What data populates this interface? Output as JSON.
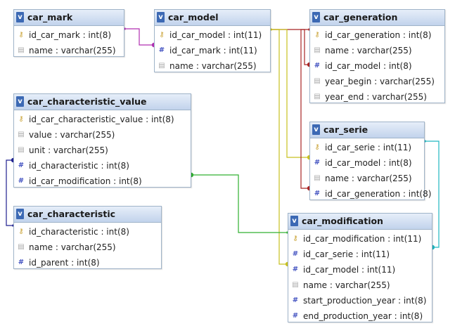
{
  "tables": [
    {
      "id": "car_mark",
      "name": "car_mark",
      "fields": [
        {
          "text": "id_car_mark : int(8)",
          "icon": "key-icon"
        },
        {
          "text": "name : varchar(255)",
          "icon": "column-icon"
        }
      ]
    },
    {
      "id": "car_model",
      "name": "car_model",
      "fields": [
        {
          "text": "id_car_model : int(11)",
          "icon": "key-icon"
        },
        {
          "text": "id_car_mark : int(11)",
          "icon": "foreign-key-icon"
        },
        {
          "text": "name : varchar(255)",
          "icon": "column-icon"
        }
      ]
    },
    {
      "id": "car_generation",
      "name": "car_generation",
      "fields": [
        {
          "text": "id_car_generation : int(8)",
          "icon": "key-icon"
        },
        {
          "text": "name : varchar(255)",
          "icon": "column-icon"
        },
        {
          "text": "id_car_model : int(8)",
          "icon": "foreign-key-icon"
        },
        {
          "text": "year_begin : varchar(255)",
          "icon": "column-icon"
        },
        {
          "text": "year_end : varchar(255)",
          "icon": "column-icon"
        }
      ]
    },
    {
      "id": "car_characteristic_value",
      "name": "car_characteristic_value",
      "fields": [
        {
          "text": "id_car_characteristic_value : int(8)",
          "icon": "key-icon"
        },
        {
          "text": "value : varchar(255)",
          "icon": "column-icon"
        },
        {
          "text": "unit : varchar(255)",
          "icon": "column-icon"
        },
        {
          "text": "id_characteristic : int(8)",
          "icon": "foreign-key-icon"
        },
        {
          "text": "id_car_modification : int(8)",
          "icon": "foreign-key-icon"
        }
      ]
    },
    {
      "id": "car_serie",
      "name": "car_serie",
      "fields": [
        {
          "text": "id_car_serie : int(11)",
          "icon": "key-icon"
        },
        {
          "text": "id_car_model : int(8)",
          "icon": "foreign-key-icon"
        },
        {
          "text": "name : varchar(255)",
          "icon": "column-icon"
        },
        {
          "text": "id_car_generation : int(8)",
          "icon": "foreign-key-icon"
        }
      ]
    },
    {
      "id": "car_characteristic",
      "name": "car_characteristic",
      "fields": [
        {
          "text": "id_characteristic : int(8)",
          "icon": "key-icon"
        },
        {
          "text": "name : varchar(255)",
          "icon": "column-icon"
        },
        {
          "text": "id_parent : int(8)",
          "icon": "foreign-key-icon"
        }
      ]
    },
    {
      "id": "car_modification",
      "name": "car_modification",
      "fields": [
        {
          "text": "id_car_modification : int(11)",
          "icon": "key-icon"
        },
        {
          "text": "id_car_serie : int(11)",
          "icon": "foreign-key-icon"
        },
        {
          "text": "id_car_model : int(11)",
          "icon": "foreign-key-icon"
        },
        {
          "text": "name : varchar(255)",
          "icon": "column-icon"
        },
        {
          "text": "start_production_year : int(8)",
          "icon": "foreign-key-icon"
        },
        {
          "text": "end_production_year : int(8)",
          "icon": "foreign-key-icon"
        }
      ]
    }
  ],
  "relations": [
    {
      "from": "car_model",
      "to": "car_mark",
      "color": "#b02eb0"
    },
    {
      "from": "car_generation",
      "to": "car_model",
      "color": "#a82424"
    },
    {
      "from": "car_serie",
      "to": "car_model",
      "color": "#c8c020"
    },
    {
      "from": "car_serie",
      "to": "car_generation",
      "color": "#a82424"
    },
    {
      "from": "car_modification",
      "to": "car_model",
      "color": "#c8c020"
    },
    {
      "from": "car_modification",
      "to": "car_serie",
      "color": "#20b8c0"
    },
    {
      "from": "car_characteristic_value",
      "to": "car_modification",
      "color": "#30b030"
    },
    {
      "from": "car_characteristic_value",
      "to": "car_characteristic",
      "color": "#202090"
    }
  ],
  "icons": {
    "key-icon": "⚷",
    "foreign-key-icon": "#",
    "column-icon": "▤"
  }
}
